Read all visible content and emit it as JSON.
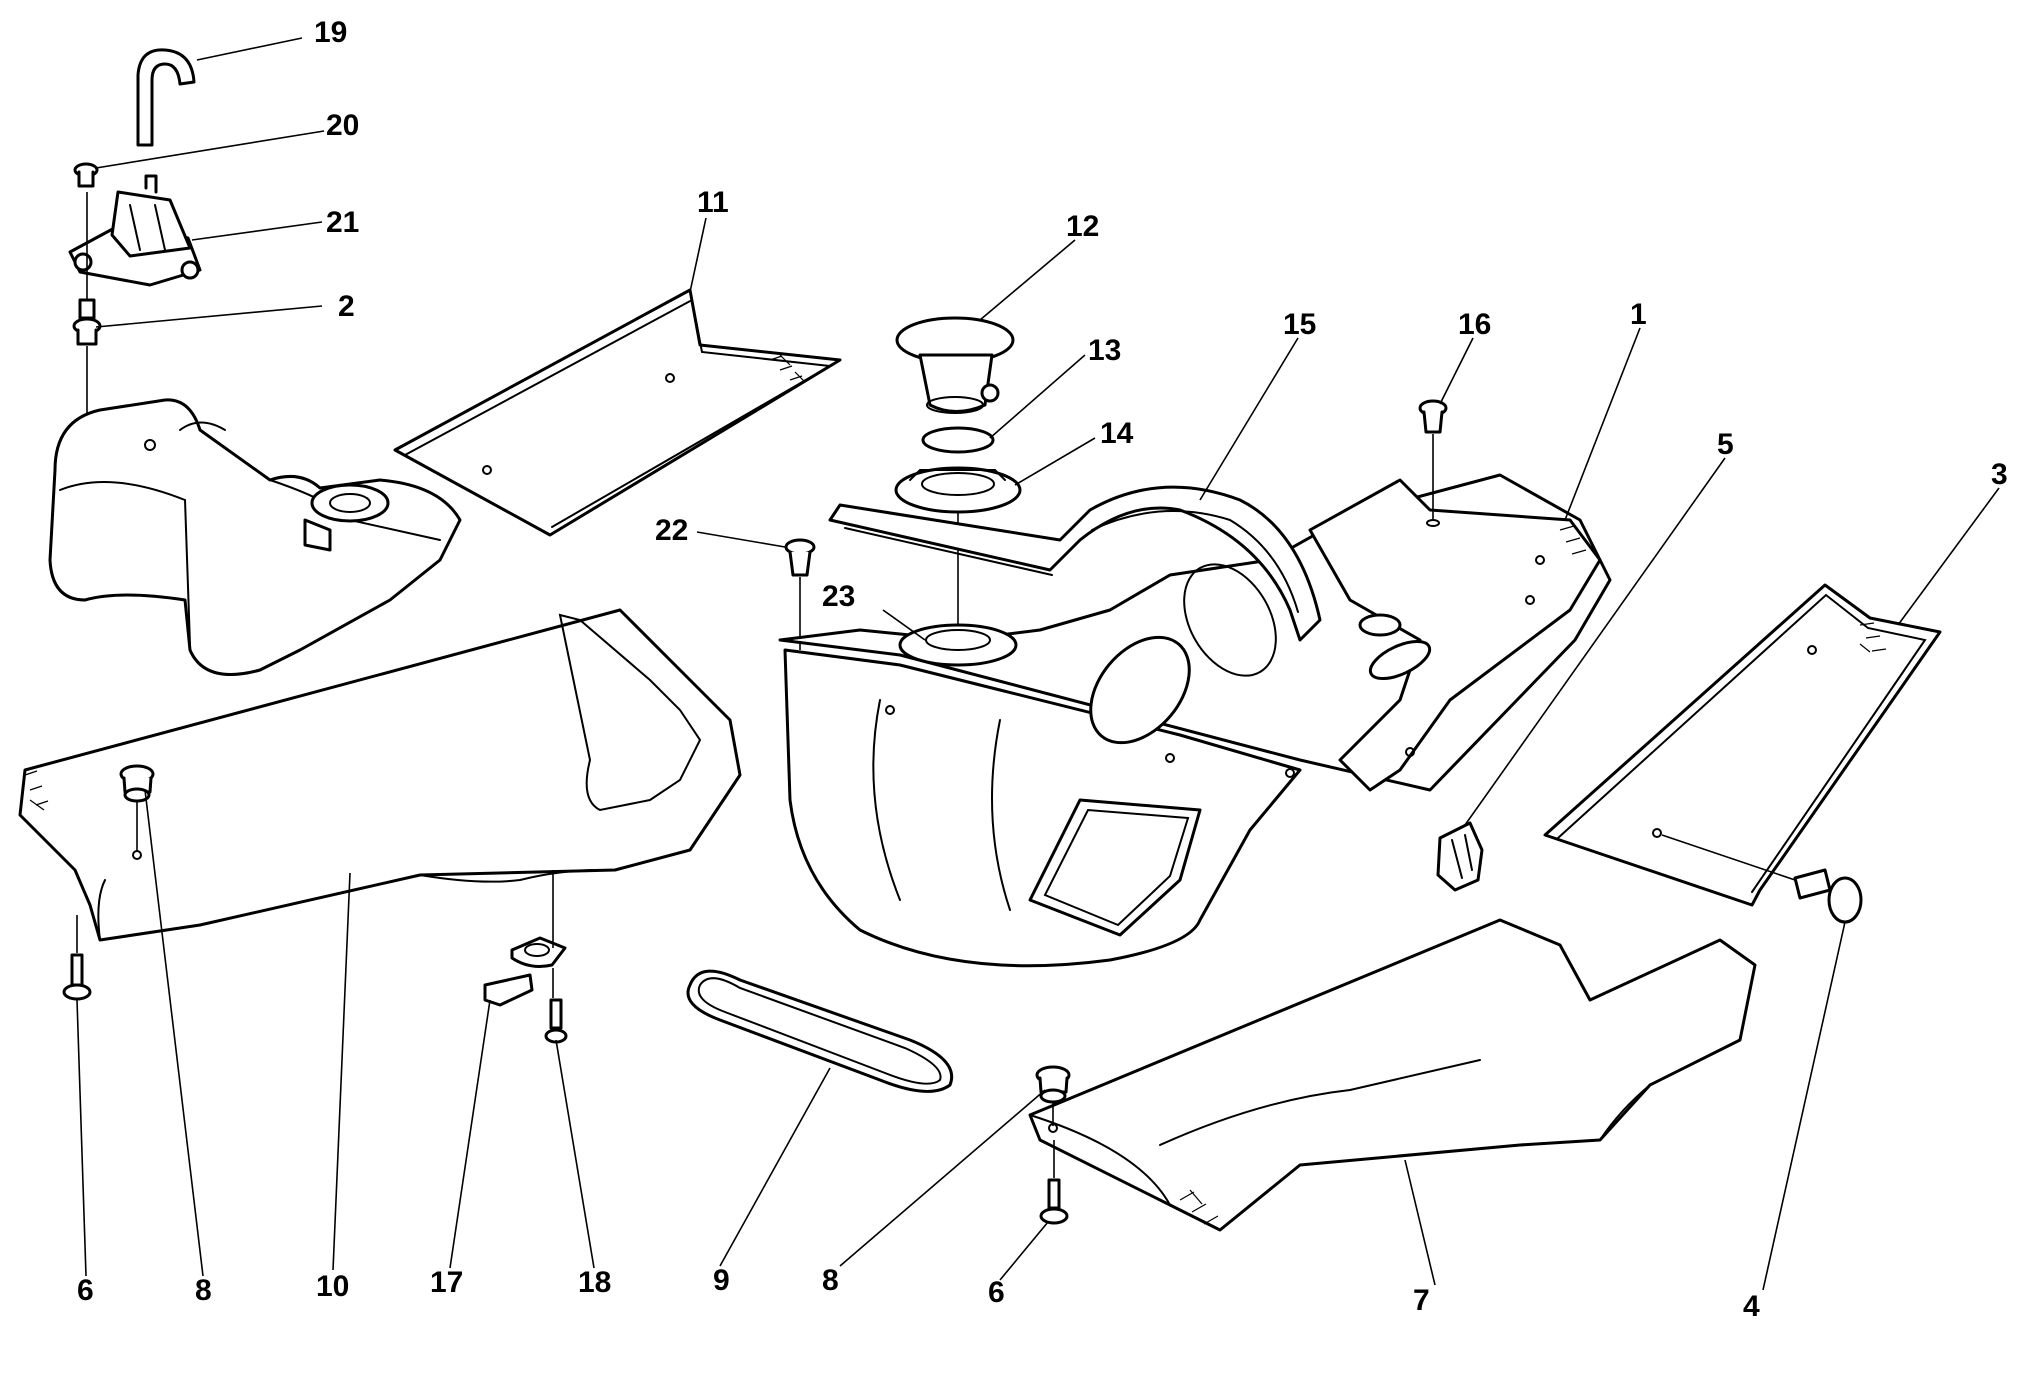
{
  "callouts": [
    {
      "id": "c19",
      "text": "19"
    },
    {
      "id": "c20",
      "text": "20"
    },
    {
      "id": "c21",
      "text": "21"
    },
    {
      "id": "c2",
      "text": "2"
    },
    {
      "id": "c11",
      "text": "11"
    },
    {
      "id": "c12",
      "text": "12"
    },
    {
      "id": "c13",
      "text": "13"
    },
    {
      "id": "c14",
      "text": "14"
    },
    {
      "id": "c15",
      "text": "15"
    },
    {
      "id": "c16",
      "text": "16"
    },
    {
      "id": "c1",
      "text": "1"
    },
    {
      "id": "c5",
      "text": "5"
    },
    {
      "id": "c3",
      "text": "3"
    },
    {
      "id": "c22",
      "text": "22"
    },
    {
      "id": "c23",
      "text": "23"
    },
    {
      "id": "c6a",
      "text": "6"
    },
    {
      "id": "c8a",
      "text": "8"
    },
    {
      "id": "c10",
      "text": "10"
    },
    {
      "id": "c17",
      "text": "17"
    },
    {
      "id": "c18",
      "text": "18"
    },
    {
      "id": "c9",
      "text": "9"
    },
    {
      "id": "c8b",
      "text": "8"
    },
    {
      "id": "c6b",
      "text": "6"
    },
    {
      "id": "c7",
      "text": "7"
    },
    {
      "id": "c4",
      "text": "4"
    }
  ]
}
